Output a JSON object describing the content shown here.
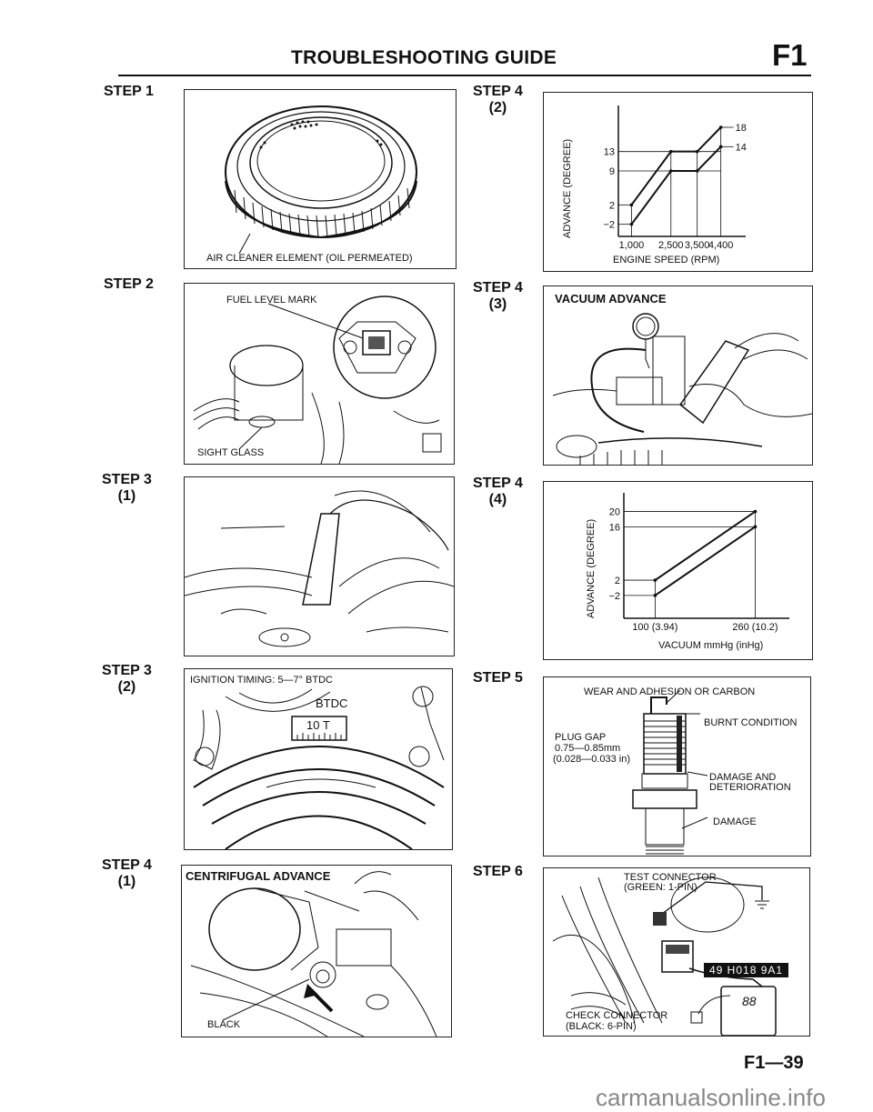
{
  "header": {
    "title": "TROUBLESHOOTING GUIDE",
    "section_code": "F1"
  },
  "steps": {
    "s1": {
      "label": "STEP 1",
      "sub": "",
      "caption": "AIR CLEANER ELEMENT (OIL PERMEATED)"
    },
    "s2": {
      "label": "STEP 2",
      "sub": "",
      "callouts": [
        "FUEL LEVEL MARK",
        "SIGHT GLASS"
      ]
    },
    "s3_1": {
      "label": "STEP 3",
      "sub": "(1)"
    },
    "s3_2": {
      "label": "STEP 3",
      "sub": "(2)",
      "callouts": [
        "IGNITION TIMING: 5—7° BTDC",
        "BTDC",
        "10  T"
      ]
    },
    "s4_1": {
      "label": "STEP 4",
      "sub": "(1)",
      "title": "CENTRIFUGAL ADVANCE",
      "callouts": [
        "BLACK"
      ]
    },
    "s4_2": {
      "label": "STEP 4",
      "sub": "(2)"
    },
    "s4_3": {
      "label": "STEP 4",
      "sub": "(3)",
      "title": "VACUUM ADVANCE"
    },
    "s4_4": {
      "label": "STEP 4",
      "sub": "(4)"
    },
    "s5": {
      "label": "STEP 5",
      "sub": "",
      "callouts": [
        "WEAR AND ADHESION OR CARBON",
        "BURNT CONDITION",
        "PLUG GAP",
        "0.75—0.85mm",
        "(0.028—0.033 in)",
        "DAMAGE AND",
        "DETERIORATION",
        "DAMAGE"
      ]
    },
    "s6": {
      "label": "STEP 6",
      "sub": "",
      "callouts": [
        "TEST CONNECTOR",
        "(GREEN: 1-PIN)",
        "CHECK CONNECTOR",
        "(BLACK: 6-PIN)",
        "88"
      ],
      "tool_code": "49 H018 9A1"
    }
  },
  "chart_data": [
    {
      "type": "line",
      "title": "",
      "xlabel": "ENGINE SPEED (RPM)",
      "ylabel": "ADVANCE (DEGREE)",
      "x_ticks": [
        "1,000",
        "2,500",
        "3,500",
        "4,400"
      ],
      "y_ticks": [
        "13",
        "9",
        "2",
        "−2"
      ],
      "series": [
        {
          "name": "upper",
          "x": [
            1000,
            2500,
            3500,
            4400
          ],
          "y": [
            2,
            13,
            13,
            18
          ],
          "end_label": "18"
        },
        {
          "name": "lower",
          "x": [
            1000,
            2500,
            3500,
            4400
          ],
          "y": [
            -2,
            9,
            9,
            14
          ],
          "end_label": "14"
        }
      ],
      "xlim": [
        0,
        5000
      ],
      "ylim": [
        -5,
        22
      ]
    },
    {
      "type": "line",
      "title": "",
      "xlabel": "VACUUM mmHg (inHg)",
      "ylabel": "ADVANCE (DEGREE)",
      "x_ticks": [
        "100 (3.94)",
        "260 (10.2)"
      ],
      "y_ticks": [
        "20",
        "16",
        "2",
        "−2"
      ],
      "series": [
        {
          "name": "upper",
          "x": [
            100,
            260
          ],
          "y": [
            2,
            20
          ]
        },
        {
          "name": "lower",
          "x": [
            100,
            260
          ],
          "y": [
            -2,
            16
          ]
        }
      ],
      "xlim": [
        0,
        310
      ],
      "ylim": [
        -8,
        24
      ]
    }
  ],
  "footer": {
    "page_number": "F1—39",
    "watermark": "carmanualsonline.info"
  }
}
